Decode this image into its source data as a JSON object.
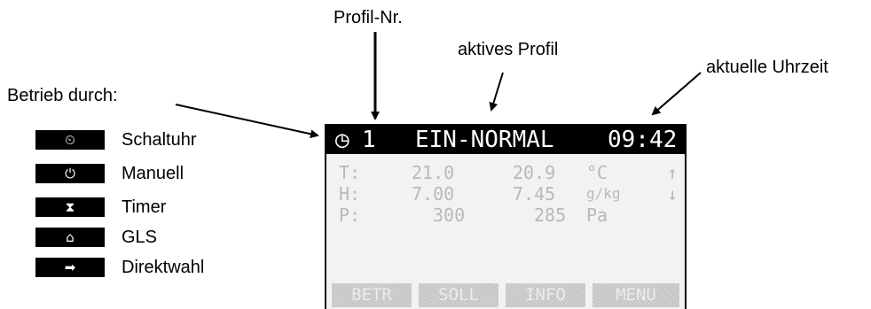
{
  "callouts": {
    "profil_nr": "Profil-Nr.",
    "aktives_profil": "aktives Profil",
    "aktuelle_uhrzeit": "aktuelle Uhrzeit",
    "betrieb_durch": "Betrieb durch:"
  },
  "legend": [
    {
      "icon": "clock-icon",
      "glyph": "⏲",
      "label": "Schaltuhr"
    },
    {
      "icon": "power-icon",
      "glyph": "⏻",
      "label": "Manuell"
    },
    {
      "icon": "hourglass-icon",
      "glyph": "⧗",
      "label": "Timer"
    },
    {
      "icon": "building-icon",
      "glyph": "⌂",
      "label": "GLS"
    },
    {
      "icon": "arrow-right-icon",
      "glyph": "➡",
      "label": "Direktwahl"
    }
  ],
  "display": {
    "header": {
      "mode_glyph": "◷",
      "profile_number": "1",
      "profile_name": "EIN-NORMAL",
      "time": "09:42"
    },
    "rows": [
      {
        "label": "T:",
        "set": "21.0",
        "actual": "20.9",
        "unit": "°C",
        "trend": "↑"
      },
      {
        "label": "H:",
        "set": "7.00",
        "actual": "7.45",
        "unit": "g/kg",
        "trend": "↓"
      },
      {
        "label": "P:",
        "set": "300",
        "actual": "285",
        "unit": "Pa",
        "trend": ""
      }
    ],
    "softkeys": [
      "BETR",
      "SOLL",
      "INFO",
      "MENU"
    ]
  },
  "colors": {
    "header_bg": "#000000",
    "lcd_bg": "#f2f2f2",
    "dim_text": "#b9b9b9",
    "softkey_bg": "#c4c4c4"
  }
}
